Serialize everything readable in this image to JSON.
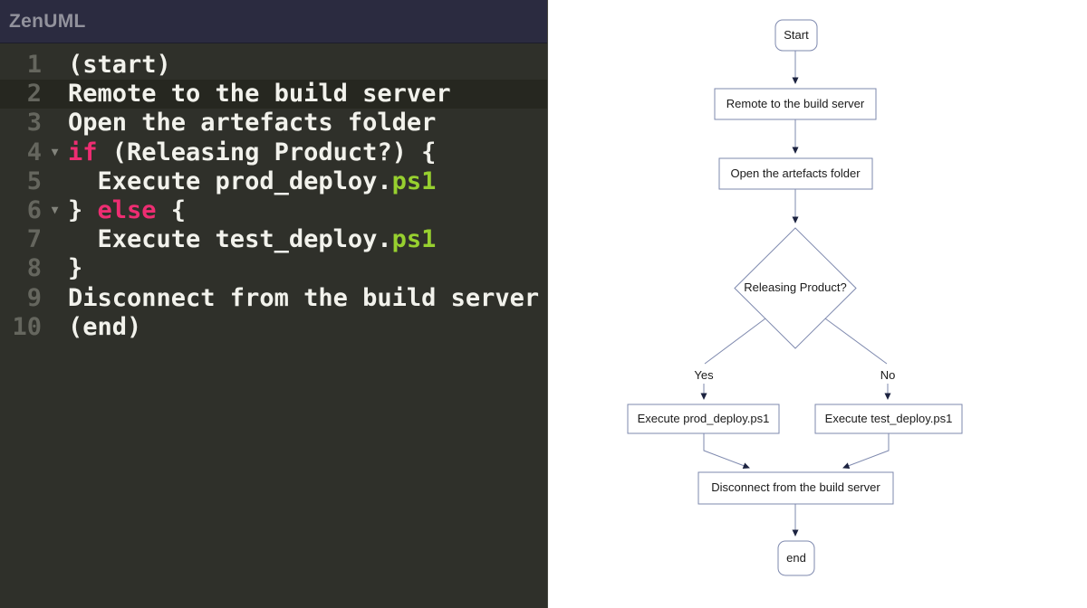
{
  "window": {
    "title": "ZenUML"
  },
  "editor": {
    "fold_icon": "▼",
    "active_line": 2,
    "colors": {
      "background": "#2f302a",
      "active_line_bg": "#262720",
      "header_bg": "#2b2b40",
      "header_text": "#92929c",
      "text": "#f2f2ec",
      "line_number": "#65665e",
      "keyword": "#ee2d72",
      "extension": "#97d02f"
    },
    "lines": [
      {
        "num": "1",
        "tokens": [
          "(start)"
        ]
      },
      {
        "num": "2",
        "tokens": [
          "Remote to the build server"
        ]
      },
      {
        "num": "3",
        "tokens": [
          "Open the artefacts folder"
        ]
      },
      {
        "num": "4",
        "tokens": [
          "if",
          " (Releasing Product?) {"
        ]
      },
      {
        "num": "5",
        "tokens": [
          "  Execute prod_deploy.",
          "ps1"
        ]
      },
      {
        "num": "6",
        "tokens": [
          "} ",
          "else",
          " {"
        ]
      },
      {
        "num": "7",
        "tokens": [
          "  Execute test_deploy.",
          "ps1"
        ]
      },
      {
        "num": "8",
        "tokens": [
          "}"
        ]
      },
      {
        "num": "9",
        "tokens": [
          "Disconnect from the build server"
        ]
      },
      {
        "num": "10",
        "tokens": [
          "(end)"
        ]
      }
    ]
  },
  "flowchart": {
    "colors": {
      "node_border": "#7e89ae",
      "edge": "#7e89ae",
      "arrowhead": "#1c2340",
      "text": "#1a1a1a",
      "background": "#ffffff"
    },
    "nodes": {
      "start": "Start",
      "remote": "Remote to the build server",
      "open_folder": "Open the artefacts folder",
      "decision": "Releasing Product?",
      "yes": "Yes",
      "no": "No",
      "prod": "Execute prod_deploy.ps1",
      "test": "Execute test_deploy.ps1",
      "disconnect": "Disconnect from the build server",
      "end": "end"
    }
  }
}
